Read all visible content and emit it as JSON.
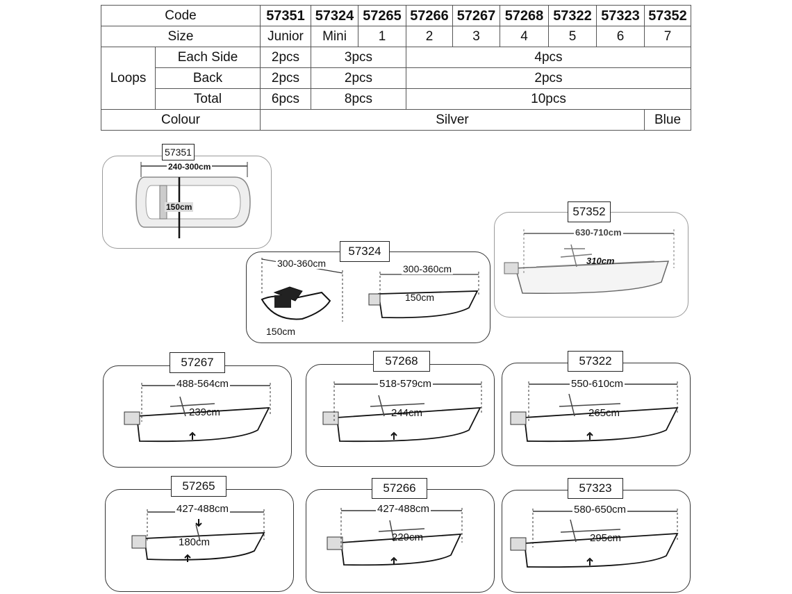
{
  "table": {
    "code_label": "Code",
    "codes": [
      "57351",
      "57324",
      "57265",
      "57266",
      "57267",
      "57268",
      "57322",
      "57323",
      "57352"
    ],
    "size_label": "Size",
    "sizes": [
      "Junior",
      "Mini",
      "1",
      "2",
      "3",
      "4",
      "5",
      "6",
      "7"
    ],
    "loops_label": "Loops",
    "each_side_label": "Each Side",
    "back_label": "Back",
    "total_label": "Total",
    "each_side": [
      "2pcs",
      "3pcs",
      "4pcs"
    ],
    "back": [
      "2pcs",
      "2pcs",
      "2pcs"
    ],
    "total": [
      "6pcs",
      "8pcs",
      "10pcs"
    ],
    "colour_label": "Colour",
    "colours": [
      "Silver",
      "Blue"
    ]
  },
  "panels": {
    "p57351": {
      "code": "57351",
      "length": "240-300cm",
      "width": "150cm"
    },
    "p57352": {
      "code": "57352",
      "length": "630-710cm",
      "width": "310cm"
    },
    "p57324": {
      "code": "57324",
      "jet_length": "300-360cm",
      "jet_width": "150cm",
      "boat_length": "300-360cm",
      "boat_width": "150cm"
    },
    "p57267": {
      "code": "57267",
      "length": "488-564cm",
      "width": "239cm"
    },
    "p57268": {
      "code": "57268",
      "length": "518-579cm",
      "width": "244cm"
    },
    "p57322": {
      "code": "57322",
      "length": "550-610cm",
      "width": "265cm"
    },
    "p57265": {
      "code": "57265",
      "length": "427-488cm",
      "width": "180cm"
    },
    "p57266": {
      "code": "57266",
      "length": "427-488cm",
      "width": "229cm"
    },
    "p57323": {
      "code": "57323",
      "length": "580-650cm",
      "width": "295cm"
    }
  }
}
